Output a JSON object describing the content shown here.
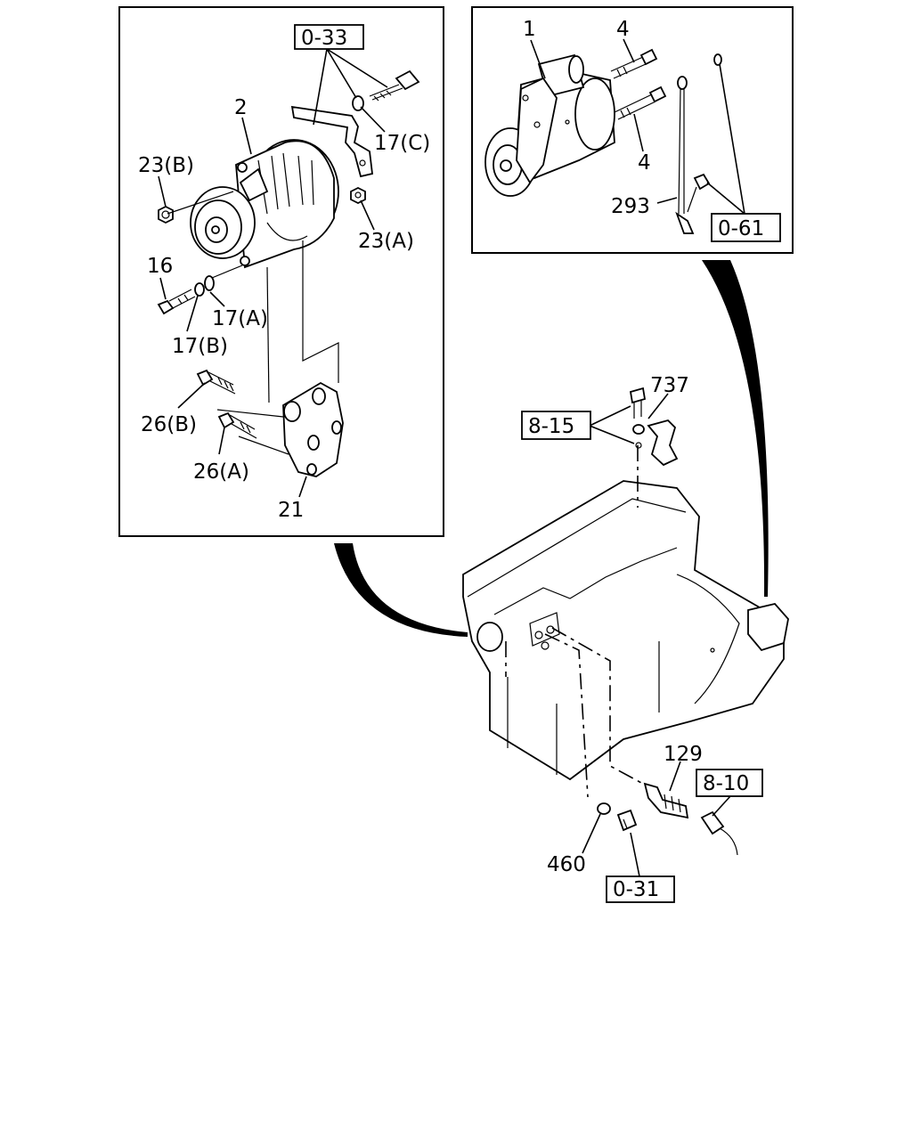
{
  "callouts": {
    "alt_assembly": "2",
    "nut_b": "23(B)",
    "nut_a": "23(A)",
    "bolt_16": "16",
    "washer_17a": "17(A)",
    "washer_17b": "17(B)",
    "washer_17c": "17(C)",
    "bolt_26b": "26(B)",
    "bolt_26a": "26(A)",
    "bracket_21": "21",
    "starter": "1",
    "bolt_4_top": "4",
    "bolt_4_bottom": "4",
    "cable_293": "293",
    "bolt_737": "737",
    "sensor_129": "129",
    "oring_460": "460"
  },
  "references": {
    "ref_033": "0-33",
    "ref_061": "0-61",
    "ref_815": "8-15",
    "ref_810": "8-10",
    "ref_031": "0-31"
  }
}
